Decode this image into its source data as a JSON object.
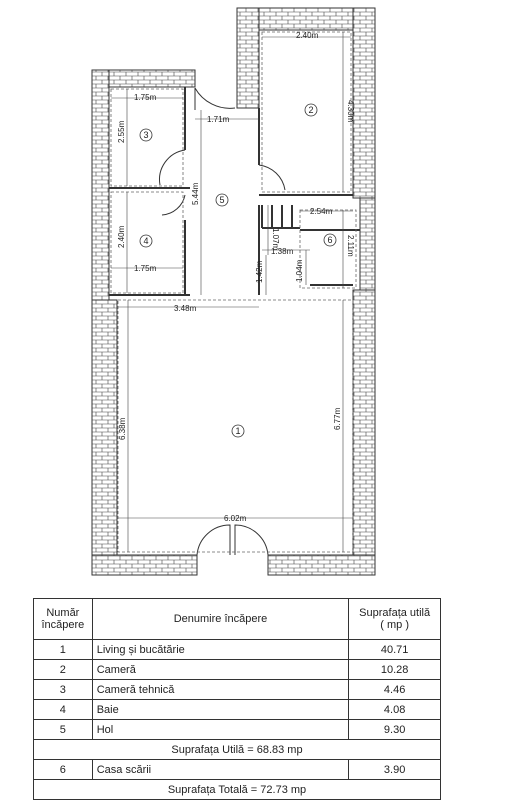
{
  "plan": {
    "dimensions": [
      "2.40m",
      "1.75m",
      "1.71m",
      "4.30m",
      "2.55m",
      "5.44m",
      "2.54m",
      "1.07m",
      "2.40m",
      "1.38m",
      "2.11m",
      "1.42m",
      "1.04m",
      "1.75m",
      "3.48m",
      "6.38m",
      "6.77m",
      "6.02m"
    ],
    "room_labels": [
      "1",
      "2",
      "3",
      "4",
      "5",
      "6"
    ]
  },
  "table": {
    "headers": {
      "number": "Număr încăpere",
      "name": "Denumire încăpere",
      "area_line1": "Suprafața utilă",
      "area_line2": "( mp )"
    },
    "rows": [
      {
        "num": "1",
        "name": "Living și bucătărie",
        "area": "40.71"
      },
      {
        "num": "2",
        "name": "Cameră",
        "area": "10.28"
      },
      {
        "num": "3",
        "name": "Cameră tehnică",
        "area": "4.46"
      },
      {
        "num": "4",
        "name": "Baie",
        "area": "4.08"
      },
      {
        "num": "5",
        "name": "Hol",
        "area": "9.30"
      }
    ],
    "useful_total": "Suprafața Utilă = 68.83 mp",
    "row6": {
      "num": "6",
      "name": "Casa scării",
      "area": "3.90"
    },
    "grand_total": "Suprafața Totală = 72.73 mp"
  }
}
